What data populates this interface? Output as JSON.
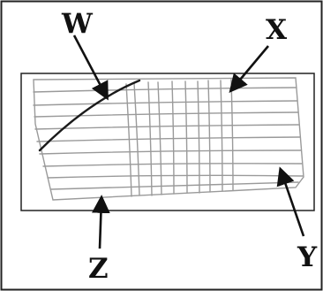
{
  "labels": {
    "w": "W",
    "x": "X",
    "y": "Y",
    "z": "Z"
  },
  "colors": {
    "outer_frame": "#222222",
    "inner_box": "#222222",
    "grid_lines": "#9a9a9a",
    "dark_curve": "#1a1a1a",
    "arrows": "#111111",
    "background": "#ffffff"
  }
}
